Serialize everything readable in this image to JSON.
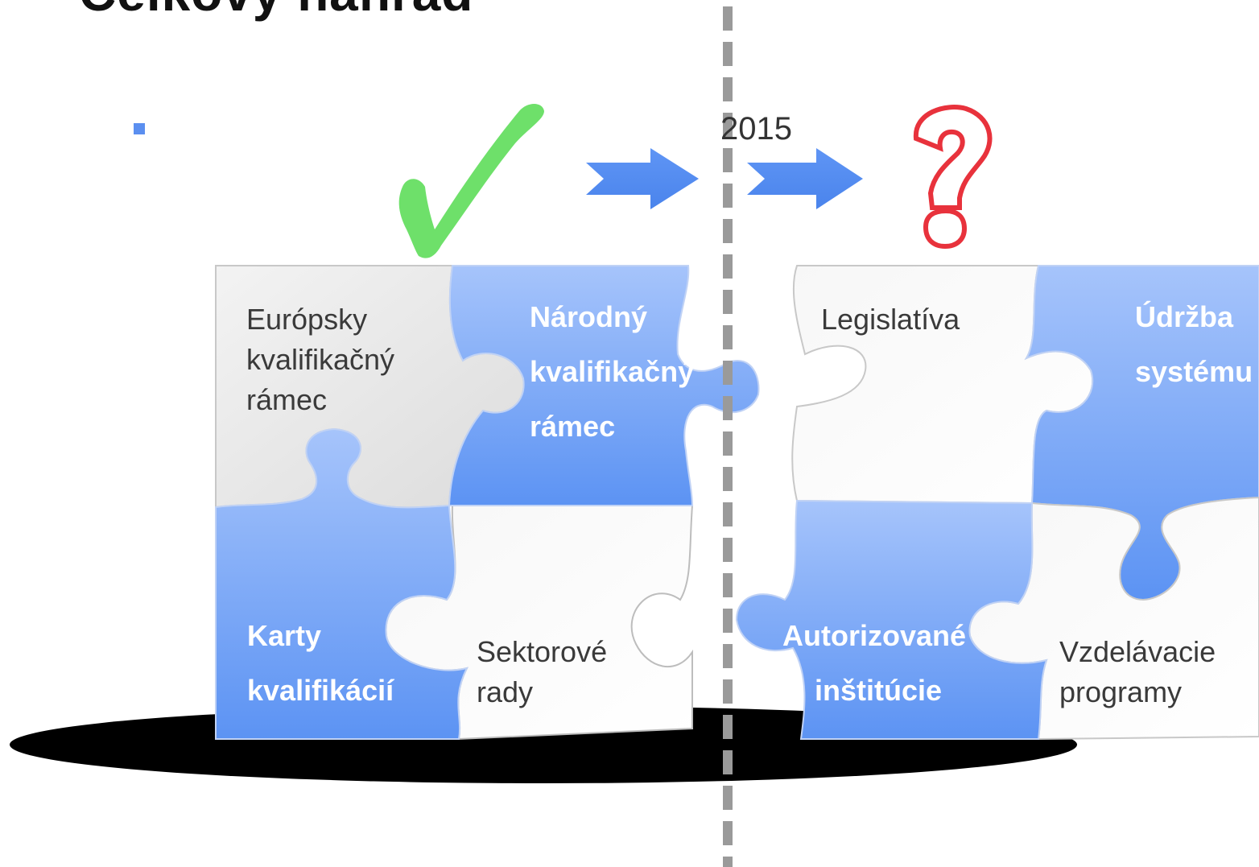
{
  "slide": {
    "title": "Celkový náhľad",
    "year": "2015"
  },
  "colors": {
    "accent_blue": "#5b8ff0",
    "check_green": "#6ee06a",
    "question_red": "#e8323c",
    "divider_gray": "#9a9a9a"
  },
  "icons": {
    "check": "check-mark-icon",
    "question": "question-mark-icon",
    "arrow": "right-arrow-icon"
  },
  "pieces": {
    "eqf": {
      "lines": [
        "Európsky",
        "kvalifikačný",
        "rámec"
      ]
    },
    "nqf": {
      "lines": [
        "Národný",
        "kvalifikačný",
        "rámec"
      ]
    },
    "cards": {
      "lines": [
        "Karty",
        "kvalifikácií"
      ]
    },
    "sector": {
      "lines": [
        "Sektorové",
        "rady"
      ]
    },
    "legislation": {
      "lines": [
        "Legislatíva"
      ]
    },
    "maintenance": {
      "lines": [
        "Údržba",
        "systému"
      ]
    },
    "authorized": {
      "lines": [
        "Autorizované",
        "inštitúcie"
      ]
    },
    "programs": {
      "lines": [
        "Vzdelávacie",
        "programy"
      ]
    }
  }
}
